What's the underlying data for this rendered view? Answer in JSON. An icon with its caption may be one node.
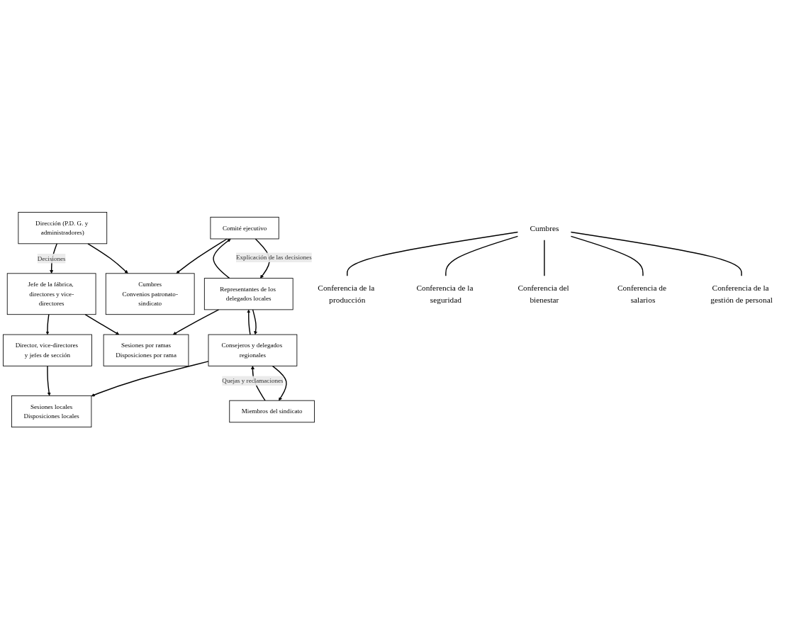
{
  "diagram": {
    "nodes": [
      {
        "text": [
          "Comité ejecutivo"
        ]
      },
      {
        "text": [
          "Cumbres",
          "Convenios patronato-sindicato"
        ]
      },
      {
        "text": [
          "Dirección (P.D. G. y administradores)"
        ]
      },
      {
        "text": [
          "Representantes de los delegados locales"
        ]
      },
      {
        "text": [
          "Sesiones por ramas",
          "Disposiciones por rama"
        ]
      },
      {
        "text": [
          "Jefe de la fábrica, directores y vice-directores"
        ]
      },
      {
        "text": [
          "Consejeros y delegados regionales"
        ]
      },
      {
        "text": [
          "Sesiones locales",
          "Disposiciones locales"
        ]
      },
      {
        "text": [
          "Director, vice-directores y jefes de sección"
        ]
      },
      {
        "text": [
          "Miembros del sindicato"
        ]
      },
      {
        "text": [
          "Cumbres"
        ]
      },
      {
        "text": [
          "Conferencia de la producción"
        ]
      },
      {
        "text": [
          "Conferencia de la seguridad"
        ]
      },
      {
        "text": [
          "Conferencia del bienestar"
        ]
      },
      {
        "text": [
          "Conferencia de salarios"
        ]
      },
      {
        "text": [
          "Conferencia de la gestión de personal"
        ]
      }
    ],
    "edges": [
      {
        "from": 0,
        "to": 1,
        "arrow": "to"
      },
      {
        "from": 2,
        "to": 1,
        "arrow": "to"
      },
      {
        "from": 0,
        "to": 3,
        "arrow": "to",
        "label": "Explicación de las decisiones"
      },
      {
        "from": 3,
        "to": 0,
        "arrow": "to"
      },
      {
        "from": 2,
        "to": 5,
        "arrow": "to",
        "label": "Decisiones"
      },
      {
        "from": 3,
        "to": 4,
        "arrow": "to"
      },
      {
        "from": 5,
        "to": 4,
        "arrow": "to"
      },
      {
        "from": 3,
        "to": 6,
        "arrow": "to"
      },
      {
        "from": 6,
        "to": 3,
        "arrow": "to"
      },
      {
        "from": 5,
        "to": 8,
        "arrow": "to"
      },
      {
        "from": 6,
        "to": 7,
        "arrow": "to"
      },
      {
        "from": 8,
        "to": 7,
        "arrow": "to"
      },
      {
        "from": 6,
        "to": 9,
        "arrow": "to"
      },
      {
        "from": 9,
        "to": 6,
        "arrow": "to",
        "label": "Quejas y reclamaciones"
      },
      {
        "from": 10,
        "to": 11,
        "arrow": "none"
      },
      {
        "from": 10,
        "to": 12,
        "arrow": "none"
      },
      {
        "from": 10,
        "to": 13,
        "arrow": "none"
      },
      {
        "from": 10,
        "to": 14,
        "arrow": "none"
      },
      {
        "from": 10,
        "to": 15,
        "arrow": "none"
      }
    ]
  }
}
